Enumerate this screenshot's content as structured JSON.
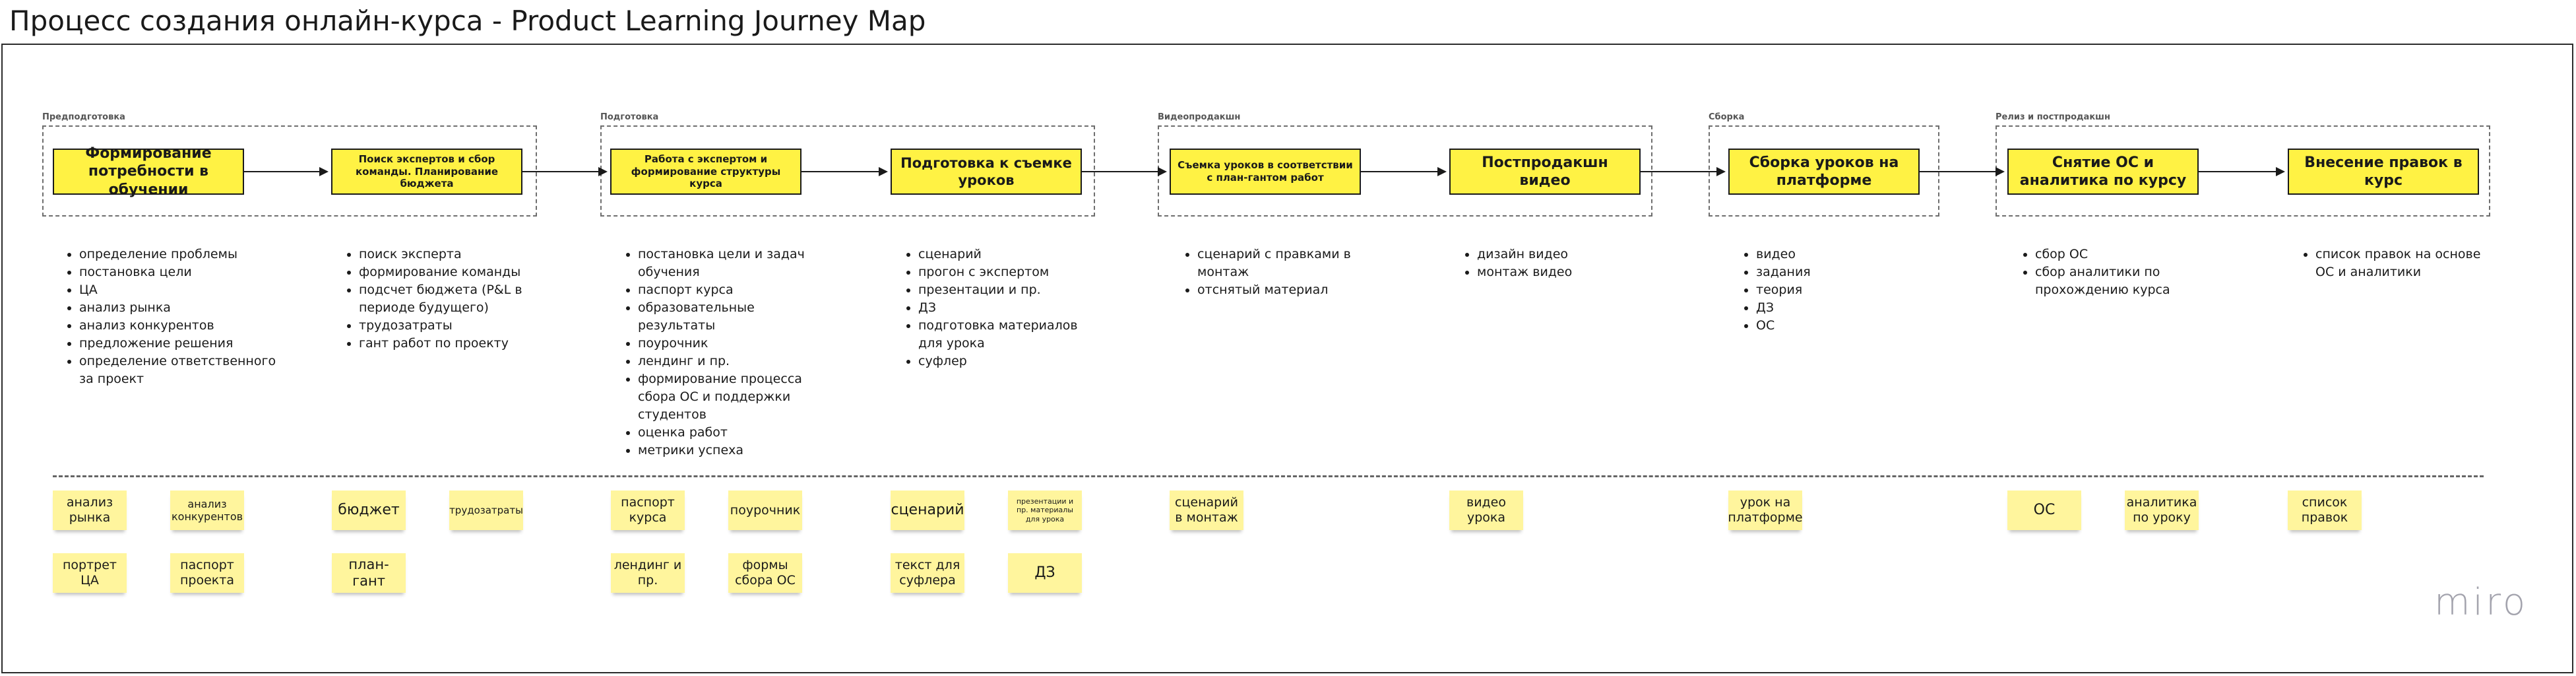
{
  "title": "Процесс создания онлайн-курса - Product Learning Journey Map",
  "stages": [
    {
      "label": "Предподготовка"
    },
    {
      "label": "Подготовка"
    },
    {
      "label": "Видеопродакшн"
    },
    {
      "label": "Сборка"
    },
    {
      "label": "Релиз и постпродакшн"
    }
  ],
  "steps": [
    {
      "label": "Формирование потребности в обучении"
    },
    {
      "label": "Поиск экспертов и сбор команды. Планирование бюджета"
    },
    {
      "label": "Работа с экспертом и формирование структуры курса"
    },
    {
      "label": "Подготовка к съемке уроков"
    },
    {
      "label": "Съемка уроков в соответствии с план-гантом работ"
    },
    {
      "label": "Постпродакшн видео"
    },
    {
      "label": "Сборка уроков на платформе"
    },
    {
      "label": "Снятие ОС и аналитика по курсу"
    },
    {
      "label": "Внесение правок в курс"
    }
  ],
  "details": [
    [
      "определение проблемы",
      "постановка цели",
      "ЦА",
      "анализ рынка",
      "анализ конкурентов",
      "предложение решения",
      "определение ответственного за проект"
    ],
    [
      "поиск эксперта",
      "формирование команды",
      "подсчет бюджета (P&L в периоде будущего)",
      "трудозатраты",
      "гант работ по проекту"
    ],
    [
      "постановка цели и задач обучения",
      "паспорт курса",
      "образовательные результаты",
      "поурочник",
      "лендинг и пр.",
      "формирование процесса сбора ОС и поддержки студентов",
      "оценка работ",
      "метрики успеха"
    ],
    [
      "сценарий",
      "прогон с экспертом",
      "презентации и пр.",
      "ДЗ",
      "подготовка материалов для урока",
      "суфлер"
    ],
    [
      "сценарий с правками в монтаж",
      "отснятый материал"
    ],
    [
      "дизайн видео",
      "монтаж видео"
    ],
    [
      "видео",
      "задания",
      "теория",
      "ДЗ",
      "ОС"
    ],
    [
      "сбор ОС",
      "сбор аналитики по прохождению курса"
    ],
    [
      "список правок на основе ОС и аналитики"
    ]
  ],
  "artifacts": [
    {
      "label": "анализ рынка"
    },
    {
      "label": "анализ конкурентов"
    },
    {
      "label": "бюджет"
    },
    {
      "label": "трудозатраты"
    },
    {
      "label": "паспорт курса"
    },
    {
      "label": "поурочник"
    },
    {
      "label": "сценарий"
    },
    {
      "label": "презентации и пр. материалы для урока"
    },
    {
      "label": "сценарий в монтаж"
    },
    {
      "label": "видео урока"
    },
    {
      "label": "урок на платформе"
    },
    {
      "label": "ОС"
    },
    {
      "label": "аналитика по уроку"
    },
    {
      "label": "список правок"
    },
    {
      "label": "портрет ЦА"
    },
    {
      "label": "паспорт проекта"
    },
    {
      "label": "план-гант"
    },
    {
      "label": "лендинг и пр."
    },
    {
      "label": "формы сбора ОС"
    },
    {
      "label": "текст для суфлера"
    },
    {
      "label": "ДЗ"
    }
  ],
  "logo": "miro",
  "colors": {
    "step_fill": "#fff244",
    "sticky_fill": "#fff59d",
    "border": "#1a1a1a",
    "logo": "#a3a3ad"
  },
  "icons": []
}
